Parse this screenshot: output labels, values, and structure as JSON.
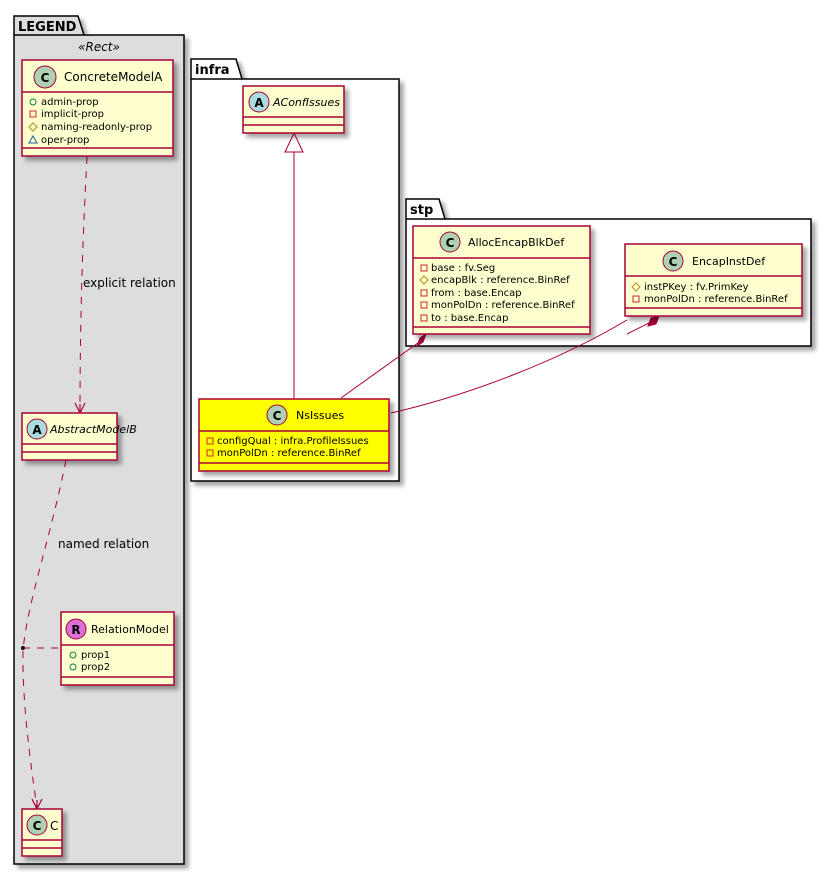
{
  "colors": {
    "class_fill": "#FEFECE",
    "class_border": "#A80036",
    "highlight_fill": "#FFFF00",
    "legend_fill": "#DDDDDD",
    "spot_class": "#ADD1B2",
    "spot_abstract": "#A9DCDF",
    "spot_relation": "#DA70D6",
    "relation_line": "#A80036"
  },
  "packages": {
    "legend": {
      "name": "LEGEND",
      "stereotype": "«Rect»"
    },
    "infra": {
      "name": "infra"
    },
    "stp": {
      "name": "stp"
    }
  },
  "classes": {
    "concrete_model_a": {
      "spot": "C",
      "name": "ConcreteModelA",
      "attributes": [
        {
          "visibility": "public",
          "text": "admin-prop"
        },
        {
          "visibility": "private",
          "text": "implicit-prop"
        },
        {
          "visibility": "protected",
          "text": "naming-readonly-prop"
        },
        {
          "visibility": "package",
          "text": "oper-prop"
        }
      ]
    },
    "abstract_model_b": {
      "spot": "A",
      "name": "AbstractModelB",
      "attributes": []
    },
    "relation_model": {
      "spot": "R",
      "name": "RelationModel",
      "attributes": [
        {
          "visibility": "public",
          "text": "prop1"
        },
        {
          "visibility": "public",
          "text": "prop2"
        }
      ]
    },
    "c": {
      "spot": "C",
      "name": "C",
      "attributes": []
    },
    "aconf_issues": {
      "spot": "A",
      "name": "AConfIssues",
      "attributes": []
    },
    "ns_issues": {
      "spot": "C",
      "name": "NsIssues",
      "attributes": [
        {
          "visibility": "private",
          "text": "configQual : infra.ProfileIssues"
        },
        {
          "visibility": "private",
          "text": "monPolDn : reference.BinRef"
        }
      ]
    },
    "alloc_encap_blk_def": {
      "spot": "C",
      "name": "AllocEncapBlkDef",
      "attributes": [
        {
          "visibility": "private",
          "text": "base : fv.Seg"
        },
        {
          "visibility": "protected",
          "text": "encapBlk : reference.BinRef"
        },
        {
          "visibility": "private",
          "text": "from : base.Encap"
        },
        {
          "visibility": "private",
          "text": "monPolDn : reference.BinRef"
        },
        {
          "visibility": "private",
          "text": "to : base.Encap"
        }
      ]
    },
    "encap_inst_def": {
      "spot": "C",
      "name": "EncapInstDef",
      "attributes": [
        {
          "visibility": "protected",
          "text": "instPKey : fv.PrimKey"
        },
        {
          "visibility": "private",
          "text": "monPolDn : reference.BinRef"
        }
      ]
    }
  },
  "relations": {
    "explicit": {
      "label": "explicit relation",
      "from": "ConcreteModelA",
      "to": "AbstractModelB",
      "style": "dashed-arrow"
    },
    "named": {
      "label": "named relation",
      "from": "AbstractModelB",
      "to": "C",
      "style": "dashed-arrow",
      "association_class": "RelationModel"
    },
    "inheritance": {
      "from": "NsIssues",
      "to": "AConfIssues",
      "style": "generalization"
    },
    "composition_alloc": {
      "from": "AllocEncapBlkDef",
      "to": "NsIssues",
      "style": "composition"
    },
    "composition_encap": {
      "from": "EncapInstDef",
      "to": "NsIssues",
      "style": "composition"
    }
  }
}
